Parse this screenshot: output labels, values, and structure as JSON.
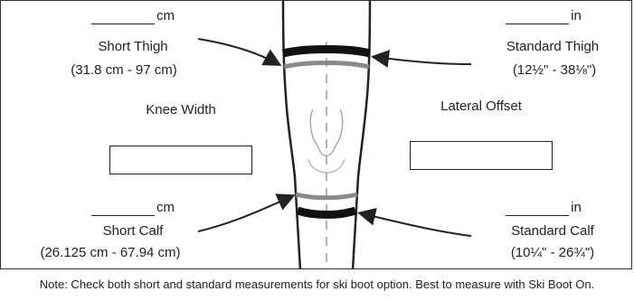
{
  "labels": {
    "short_thigh": {
      "unit": "cm",
      "name": "Short Thigh",
      "range": "(31.8 cm - 97 cm)"
    },
    "standard_thigh": {
      "unit": "in",
      "name": "Standard Thigh",
      "range": "(12½\" - 38⅛\")"
    },
    "knee_width": "Knee Width",
    "lateral_offset": "Lateral Offset",
    "short_calf": {
      "unit": "cm",
      "name": "Short Calf",
      "range": "(26.125 cm - 67.94 cm)"
    },
    "standard_calf": {
      "unit": "in",
      "name": "Standard Calf",
      "range": "(10¼\" - 26¾\")"
    }
  },
  "note": "Note: Check both short and standard measurements for ski boot option. Best to measure with Ski Boot On.",
  "colors": {
    "short_band": "#8a8a8a",
    "standard_band": "#111111",
    "outline": "#222222"
  }
}
